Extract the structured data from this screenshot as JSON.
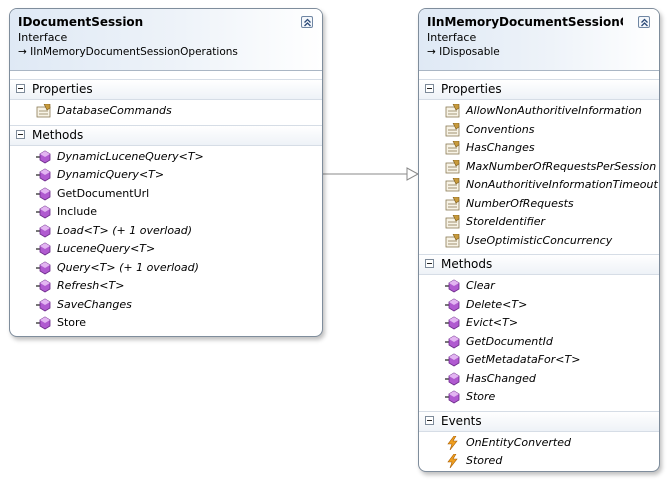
{
  "left_shape": {
    "title": "IDocumentSession",
    "stereotype": "Interface",
    "base": "→ IInMemoryDocumentSessionOperations",
    "properties_label": "Properties",
    "properties": [
      {
        "label": "DatabaseCommands",
        "icon": "property-icon"
      }
    ],
    "methods_label": "Methods",
    "methods": [
      {
        "label": "DynamicLuceneQuery<T>",
        "icon": "method-icon"
      },
      {
        "label": "DynamicQuery<T>",
        "icon": "method-icon"
      },
      {
        "label": "GetDocumentUrl",
        "icon": "method-icon"
      },
      {
        "label": "Include",
        "icon": "method-icon"
      },
      {
        "label": "Load<T> (+ 1 overload)",
        "icon": "method-icon"
      },
      {
        "label": "LuceneQuery<T>",
        "icon": "method-icon"
      },
      {
        "label": "Query<T> (+ 1 overload)",
        "icon": "method-icon"
      },
      {
        "label": "Refresh<T>",
        "icon": "method-icon"
      },
      {
        "label": "SaveChanges",
        "icon": "method-icon"
      },
      {
        "label": "Store",
        "icon": "method-icon"
      }
    ]
  },
  "right_shape": {
    "title": "IInMemoryDocumentSessionOpe...",
    "stereotype": "Interface",
    "base": "→ IDisposable",
    "properties_label": "Properties",
    "properties": [
      {
        "label": "AllowNonAuthoritiveInformation",
        "icon": "property-icon"
      },
      {
        "label": "Conventions",
        "icon": "property-icon"
      },
      {
        "label": "HasChanges",
        "icon": "property-icon"
      },
      {
        "label": "MaxNumberOfRequestsPerSession",
        "icon": "property-icon"
      },
      {
        "label": "NonAuthoritiveInformationTimeout",
        "icon": "property-icon"
      },
      {
        "label": "NumberOfRequests",
        "icon": "property-icon"
      },
      {
        "label": "StoreIdentifier",
        "icon": "property-icon"
      },
      {
        "label": "UseOptimisticConcurrency",
        "icon": "property-icon"
      }
    ],
    "methods_label": "Methods",
    "methods": [
      {
        "label": "Clear",
        "icon": "method-icon"
      },
      {
        "label": "Delete<T>",
        "icon": "method-icon"
      },
      {
        "label": "Evict<T>",
        "icon": "method-icon"
      },
      {
        "label": "GetDocumentId",
        "icon": "method-icon"
      },
      {
        "label": "GetMetadataFor<T>",
        "icon": "method-icon"
      },
      {
        "label": "HasChanged",
        "icon": "method-icon"
      },
      {
        "label": "Store",
        "icon": "method-icon"
      }
    ],
    "events_label": "Events",
    "events": [
      {
        "label": "OnEntityConverted",
        "icon": "event-icon"
      },
      {
        "label": "Stored",
        "icon": "event-icon"
      }
    ]
  },
  "colors": {
    "border": "#7f8d9c",
    "header_gradient_start": "#dfe9f5",
    "method_icon": "#b05ad0",
    "property_icon": "#c79a3c",
    "event_icon": "#f0a020",
    "connector": "#8a8a8a"
  }
}
